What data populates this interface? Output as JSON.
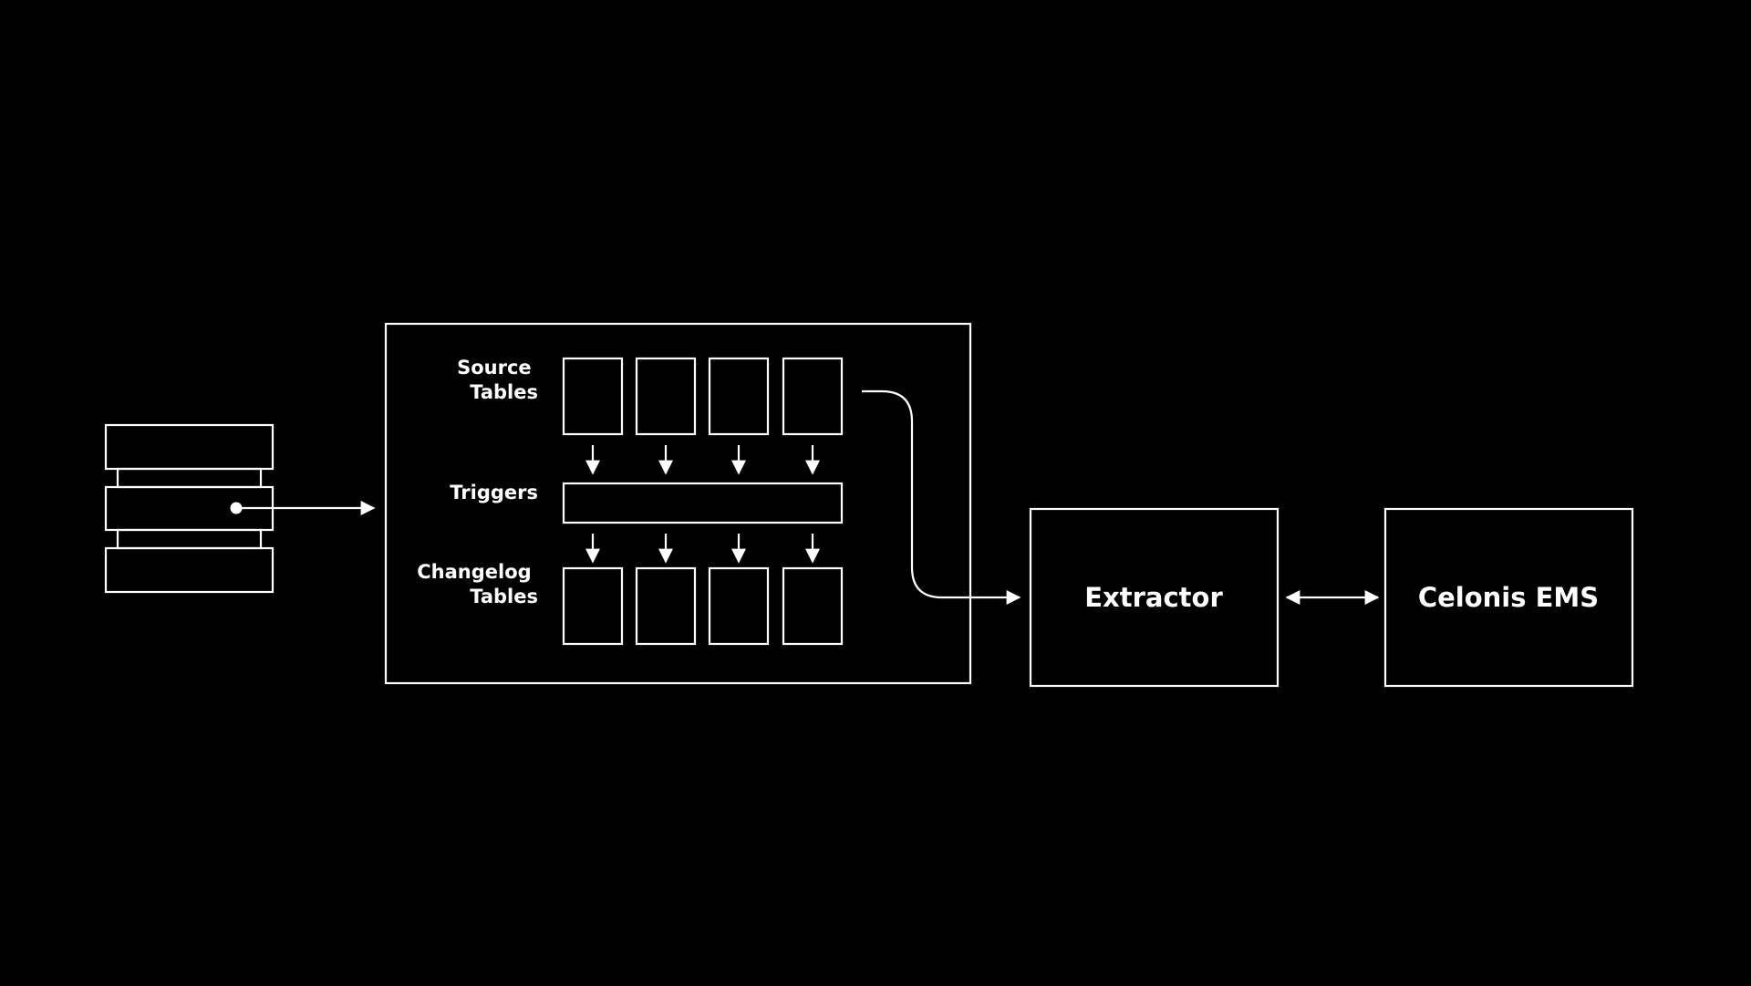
{
  "diagram": {
    "stroke_color": "#ffffff",
    "background_color": "#000000",
    "labels": {
      "source_tables": [
        "Source",
        "Tables"
      ],
      "triggers": "Triggers",
      "changelog_tables": [
        "Changelog",
        "Tables"
      ],
      "extractor": "Extractor",
      "celonis_ems": "Celonis EMS"
    },
    "icons": {
      "database": "database-icon"
    }
  }
}
